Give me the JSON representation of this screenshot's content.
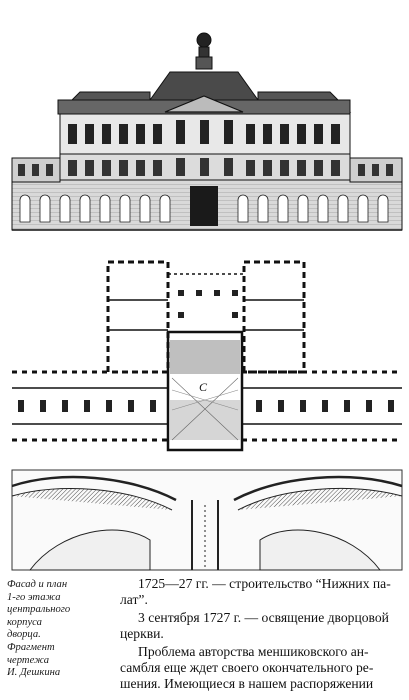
{
  "caption": {
    "lines": [
      "Фасад и план",
      "1-го этажа",
      "центрального",
      "корпуса",
      "дворца.",
      "Фрагмент",
      "чертежа",
      "И. Дешкина"
    ]
  },
  "text": {
    "p1_line1": "1725—27 гг. — строительство “Нижних па-",
    "p1_line2": "лат”.",
    "p2_line1": "3 сентября 1727 г. — освящение дворцовой",
    "p2_line2": "церкви.",
    "p3_line1": "Проблема авторства меншиковского ан-",
    "p3_line2": "самбля еще ждет своего окончательного ре-",
    "p3_line3": "шения. Имеющиеся в нашем распоряжении"
  },
  "drawing": {
    "plan_label": "С"
  }
}
